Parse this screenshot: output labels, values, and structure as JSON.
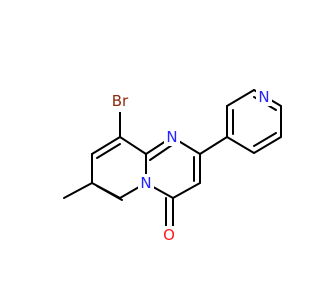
{
  "molecule": {
    "atoms": {
      "br": {
        "label": "Br",
        "color": "#8b2a0e"
      },
      "n_ring": {
        "label": "N",
        "color": "#2424ff"
      },
      "n_bridge": {
        "label": "N",
        "color": "#2424ff"
      },
      "n_pyridine": {
        "label": "N",
        "color": "#2424ff"
      },
      "o_carbonyl": {
        "label": "O",
        "color": "#ff1a1a"
      }
    }
  }
}
